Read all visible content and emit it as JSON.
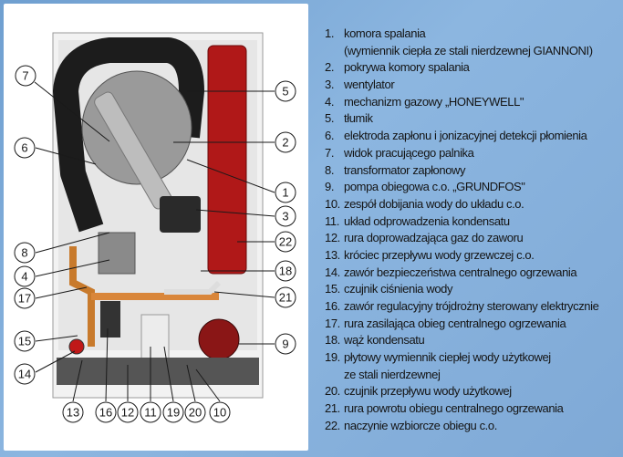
{
  "legend": [
    {
      "num": "1.",
      "text": "komora spalania",
      "cont": "(wymiennik ciepła ze stali nierdzewnej GIANNONI)"
    },
    {
      "num": "2.",
      "text": "pokrywa komory spalania"
    },
    {
      "num": "3.",
      "text": "wentylator"
    },
    {
      "num": "4.",
      "text": "mechanizm gazowy „HONEYWELL\""
    },
    {
      "num": "5.",
      "text": "tłumik"
    },
    {
      "num": "6.",
      "text": "elektroda zapłonu i jonizacyjnej detekcji płomienia"
    },
    {
      "num": "7.",
      "text": "widok pracującego  palnika"
    },
    {
      "num": "8.",
      "text": "transformator zapłonowy"
    },
    {
      "num": "9.",
      "text": "pompa obiegowa c.o.  „GRUNDFOS\""
    },
    {
      "num": "10.",
      "text": "zespół dobijania wody do układu c.o."
    },
    {
      "num": "11.",
      "text": "układ odprowadzenia kondensatu"
    },
    {
      "num": "12.",
      "text": "rura doprowadzająca gaz do zaworu"
    },
    {
      "num": "13.",
      "text": "króciec przepływu wody grzewczej c.o."
    },
    {
      "num": "14.",
      "text": "zawór bezpieczeństwa centralnego ogrzewania"
    },
    {
      "num": "15.",
      "text": "czujnik ciśnienia wody"
    },
    {
      "num": "16.",
      "text": "zawór regulacyjny trójdrożny sterowany elektrycznie"
    },
    {
      "num": "17.",
      "text": "rura zasilająca obieg centralnego ogrzewania"
    },
    {
      "num": "18.",
      "text": "wąż kondensatu"
    },
    {
      "num": "19.",
      "text": "płytowy wymiennik ciepłej wody użytkowej",
      "cont": "ze stali nierdzewnej"
    },
    {
      "num": "20.",
      "text": "czujnik przepływu wody użytkowej"
    },
    {
      "num": "21.",
      "text": "rura powrotu obiegu centralnego ogrzewania"
    },
    {
      "num": "22.",
      "text": "naczynie wzbiorcze obiegu c.o."
    }
  ],
  "callouts": [
    "7",
    "5",
    "6",
    "2",
    "1",
    "3",
    "22",
    "8",
    "18",
    "4",
    "17",
    "21",
    "15",
    "9",
    "14",
    "13",
    "16",
    "12",
    "11",
    "19",
    "20",
    "10"
  ]
}
